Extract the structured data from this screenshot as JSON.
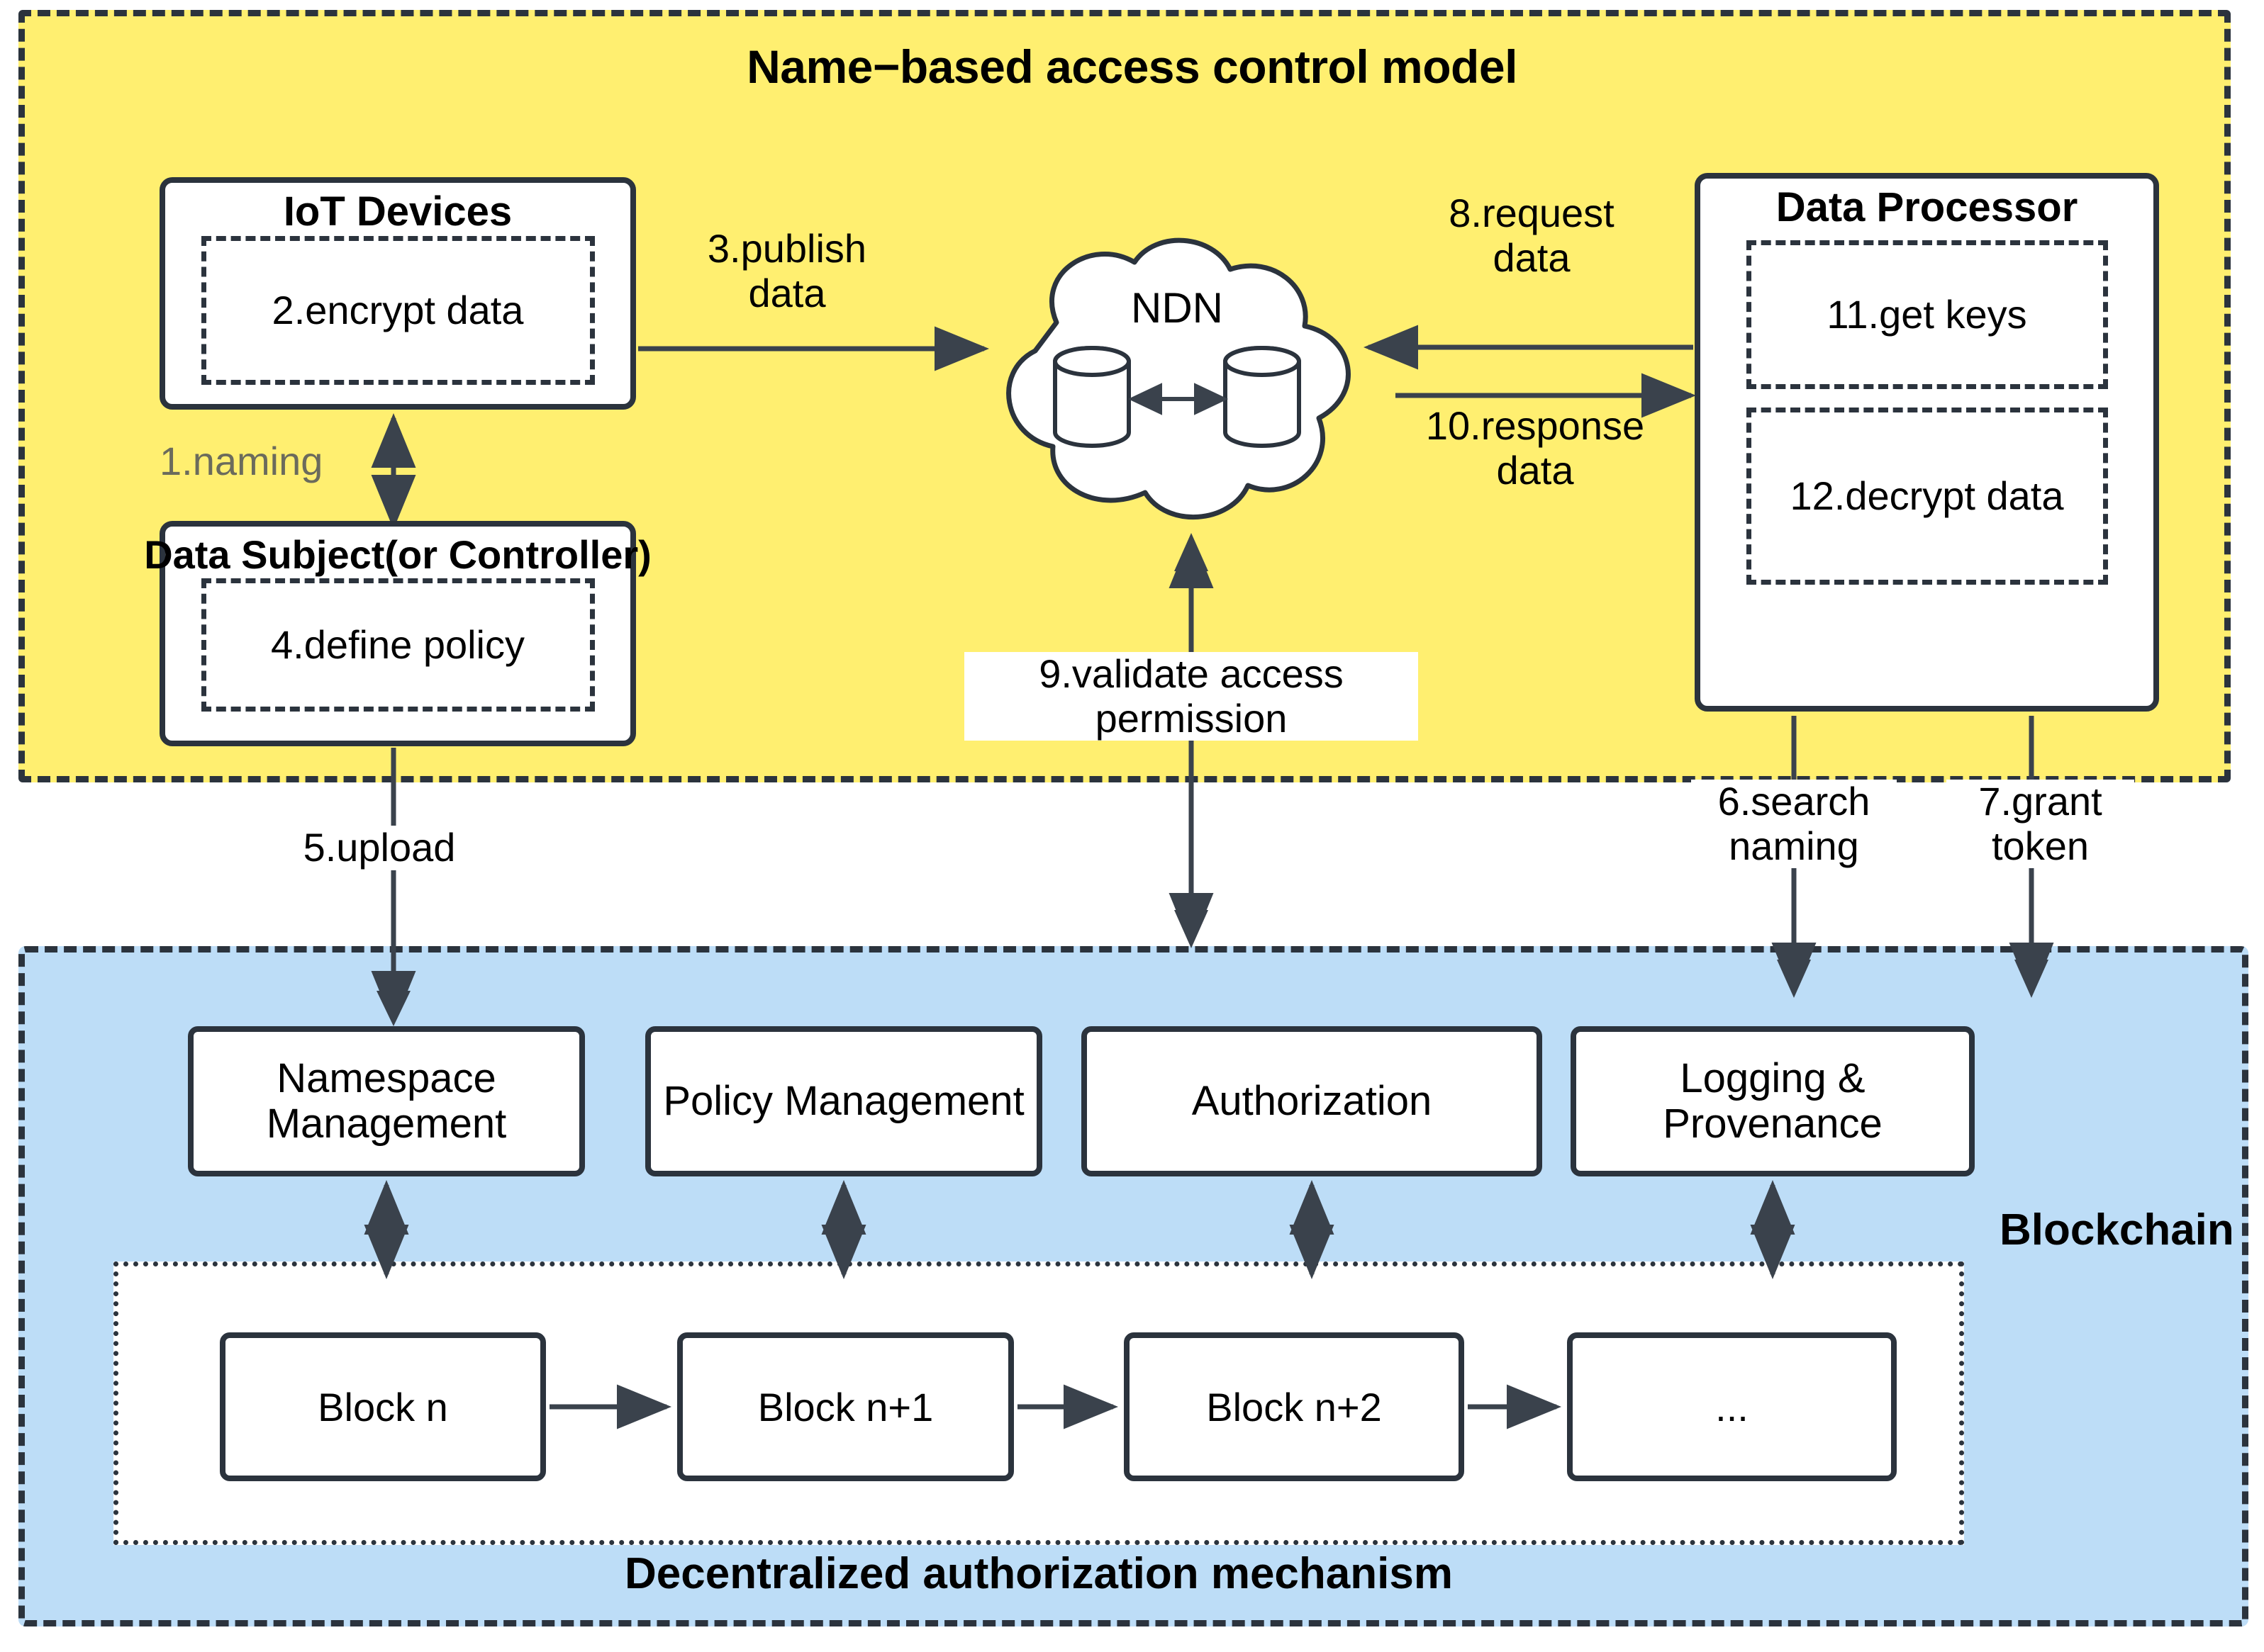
{
  "regions": {
    "nbac": {
      "title": "Name−based access control model"
    },
    "blockchain": {
      "side_label": "Blockchain",
      "bottom_title": "Decentralized authorization mechanism"
    }
  },
  "entities": {
    "iot_devices": {
      "title": "IoT Devices",
      "step": "2.encrypt\ndata"
    },
    "data_subject": {
      "title": "Data Subject(or Controller)",
      "step": "4.define\npolicy"
    },
    "data_processor": {
      "title": "Data Processor",
      "step1": "11.get keys",
      "step2": "12.decrypt\ndata"
    },
    "ndn": {
      "label": "NDN"
    }
  },
  "services": [
    {
      "label": "Namespace\nManagement"
    },
    {
      "label": "Policy\nManagement"
    },
    {
      "label": "Authorization"
    },
    {
      "label": "Logging &\nProvenance"
    }
  ],
  "blocks": [
    {
      "label": "Block n"
    },
    {
      "label": "Block n+1"
    },
    {
      "label": "Block n+2"
    },
    {
      "label": "..."
    }
  ],
  "flows": [
    {
      "id": "1",
      "label": "1.naming"
    },
    {
      "id": "2",
      "label": "2.encrypt data"
    },
    {
      "id": "3",
      "label": "3.publish\ndata"
    },
    {
      "id": "4",
      "label": "4.define policy"
    },
    {
      "id": "5",
      "label": "5.upload"
    },
    {
      "id": "6",
      "label": "6.search\nnaming"
    },
    {
      "id": "7",
      "label": "7.grant\ntoken"
    },
    {
      "id": "8",
      "label": "8.request\ndata"
    },
    {
      "id": "9",
      "label": "9.validate access\npermission"
    },
    {
      "id": "10",
      "label": "10.response\ndata"
    },
    {
      "id": "11",
      "label": "11.get keys"
    },
    {
      "id": "12",
      "label": "12.decrypt data"
    }
  ],
  "colors": {
    "nbac_background": "#FFEF70",
    "blockchain_background": "#BDDDF7",
    "stroke": "#2B333D",
    "box_fill": "#FFFFFF",
    "naming_label_text": "#6B6B5C"
  }
}
